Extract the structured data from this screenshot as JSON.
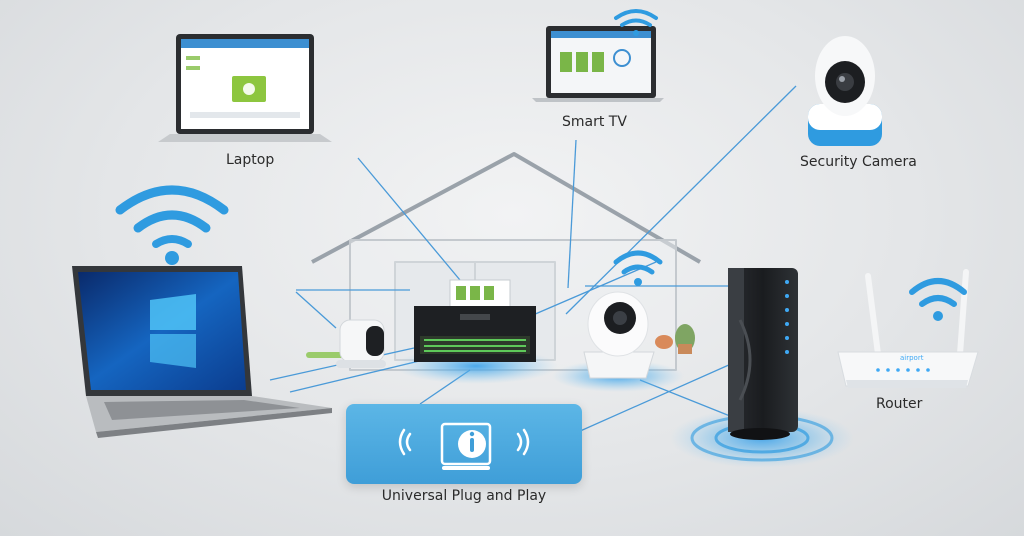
{
  "labels": {
    "laptop": "Laptop",
    "smart_tv": "Smart TV",
    "security_camera": "Security Camera",
    "router": "Router",
    "upnp": "Universal Plug and Play"
  },
  "colors": {
    "accent_blue": "#2f9be0",
    "upnp_box": "#4aa8de",
    "line_blue": "#3a8fd0",
    "house_outline": "#9aa2aa"
  },
  "icons": [
    "wifi-icon",
    "upnp-device-icon",
    "signal-wave-icon"
  ]
}
